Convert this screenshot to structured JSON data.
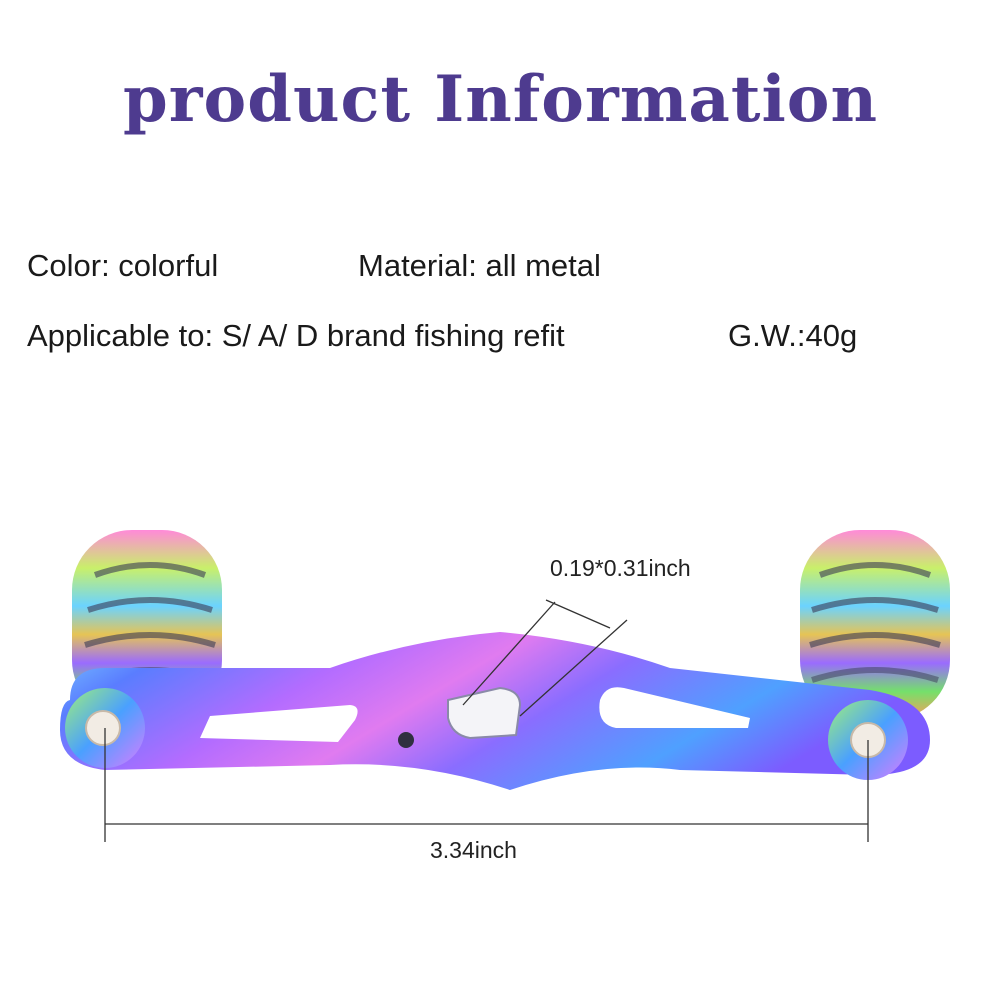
{
  "title": "product Information",
  "specs": {
    "color": "Color: colorful",
    "material": "Material: all metal",
    "applicable": "Applicable to: S/ A/ D brand fishing refit",
    "gross_weight": "G.W.:40g"
  },
  "dimensions": {
    "hole": "0.19*0.31inch",
    "length": "3.34inch"
  },
  "colors": {
    "title": "#4e3b8f",
    "text": "#1a1a1a"
  }
}
